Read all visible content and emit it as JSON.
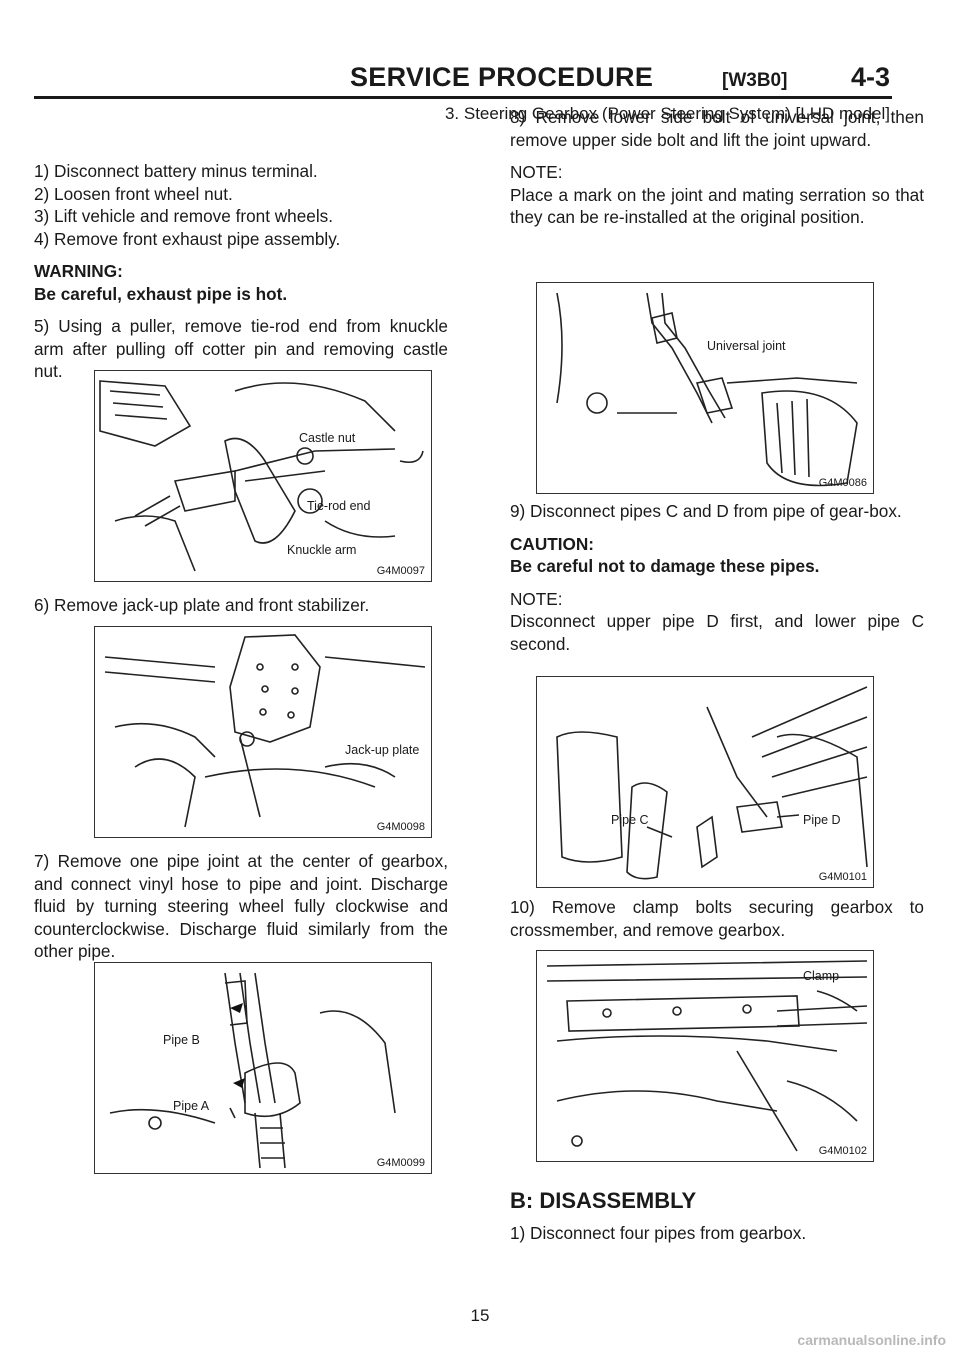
{
  "header": {
    "title": "SERVICE PROCEDURE",
    "code": "[W3B0]",
    "section": "4-3",
    "subtitle": "3. Steering Gearbox (Power Steering System) [LHD model]"
  },
  "left_column": {
    "steps_1_4": [
      "1) Disconnect battery minus terminal.",
      "2) Loosen front wheel nut.",
      "3) Lift vehicle and remove front wheels.",
      "4) Remove front exhaust pipe assembly."
    ],
    "warning_label": "WARNING:",
    "warning_text": "Be careful, exhaust pipe is hot.",
    "step_5": "5) Using a puller, remove tie-rod end from knuckle arm after pulling off cotter pin and removing castle nut.",
    "step_6": "6) Remove jack-up plate and front stabilizer.",
    "step_7": "7) Remove one pipe joint at the center of gearbox, and connect vinyl hose to pipe and joint. Discharge fluid by turning steering wheel fully clockwise and counterclockwise. Discharge fluid similarly from the other pipe."
  },
  "right_column": {
    "step_8": "8) Remove lower side bolt of universal joint, then remove upper side bolt and lift the joint upward.",
    "note_label_1": "NOTE:",
    "note_text_1": "Place a mark on the joint and mating serration so that they can be re-installed at the original position.",
    "step_9": "9) Disconnect pipes C and D from pipe of gear-box.",
    "caution_label": "CAUTION:",
    "caution_text": "Be careful not to damage these pipes.",
    "note_label_2": "NOTE:",
    "note_text_2": "Disconnect upper pipe D first, and lower pipe C second.",
    "step_10": "10) Remove clamp bolts securing gearbox to crossmember, and remove gearbox.",
    "section_heading": "B: DISASSEMBLY",
    "disassembly_step_1": "1) Disconnect four pipes from gearbox."
  },
  "figures": {
    "g4m0097": {
      "code": "G4M0097",
      "labels": [
        "Castle nut",
        "Tie-rod end",
        "Knuckle arm"
      ]
    },
    "g4m0098": {
      "code": "G4M0098",
      "labels": [
        "Jack-up plate"
      ]
    },
    "g4m0099": {
      "code": "G4M0099",
      "labels": [
        "Pipe B",
        "Pipe A"
      ]
    },
    "g4m0086": {
      "code": "G4M0086",
      "labels": [
        "Universal joint"
      ]
    },
    "g4m0101": {
      "code": "G4M0101",
      "labels": [
        "Pipe C",
        "Pipe D"
      ]
    },
    "g4m0102": {
      "code": "G4M0102",
      "labels": [
        "Clamp"
      ]
    }
  },
  "page_number": "15",
  "watermark": "carmanualsonline.info"
}
